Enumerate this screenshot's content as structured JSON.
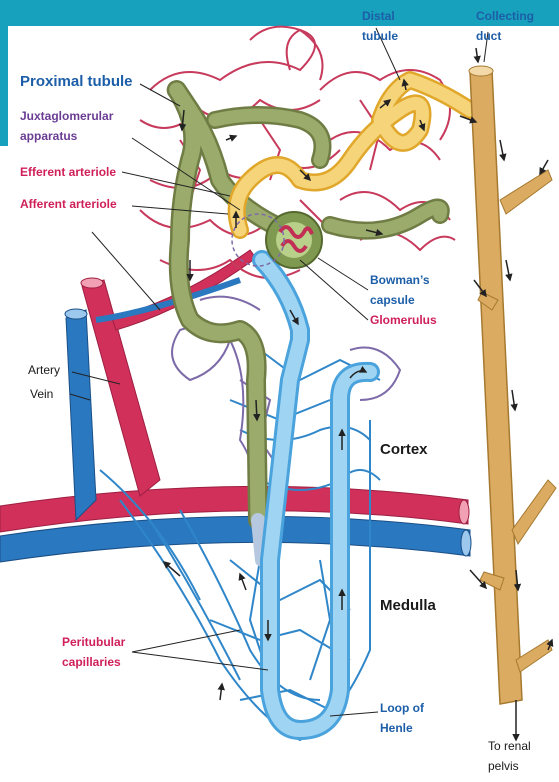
{
  "labels": {
    "distal_tubule": [
      "Distal",
      "tubule"
    ],
    "collecting_duct": [
      "Collecting",
      "duct"
    ],
    "proximal_tubule": "Proximal tubule",
    "juxtaglomerular_apparatus": [
      "Juxtaglomerular",
      "apparatus"
    ],
    "efferent_arteriole": "Efferent arteriole",
    "afferent_arteriole": "Afferent arteriole",
    "bowmans_capsule": [
      "Bowman’s",
      "capsule"
    ],
    "glomerulus": "Glomerulus",
    "artery": "Artery",
    "vein": "Vein",
    "cortex": "Cortex",
    "medulla": "Medulla",
    "peritubular_capillaries": [
      "Peritubular",
      "capillaries"
    ],
    "loop_of_henle": [
      "Loop of",
      "Henle"
    ],
    "to_renal_pelvis": [
      "To renal",
      "pelvis"
    ]
  },
  "colors": {
    "header_teal": "#17a1bc",
    "artery_red": "#d0305a",
    "vein_blue": "#2a78c0",
    "capillary_red": "#c73a5c",
    "capillary_purple": "#7d6aa8",
    "capillary_blue": "#2f86c9",
    "proximal_green": "#9aab6c",
    "distal_yellow": "#f6d47a",
    "loop_light_blue": "#9fd4f2",
    "collecting_tan": "#dcab62"
  }
}
